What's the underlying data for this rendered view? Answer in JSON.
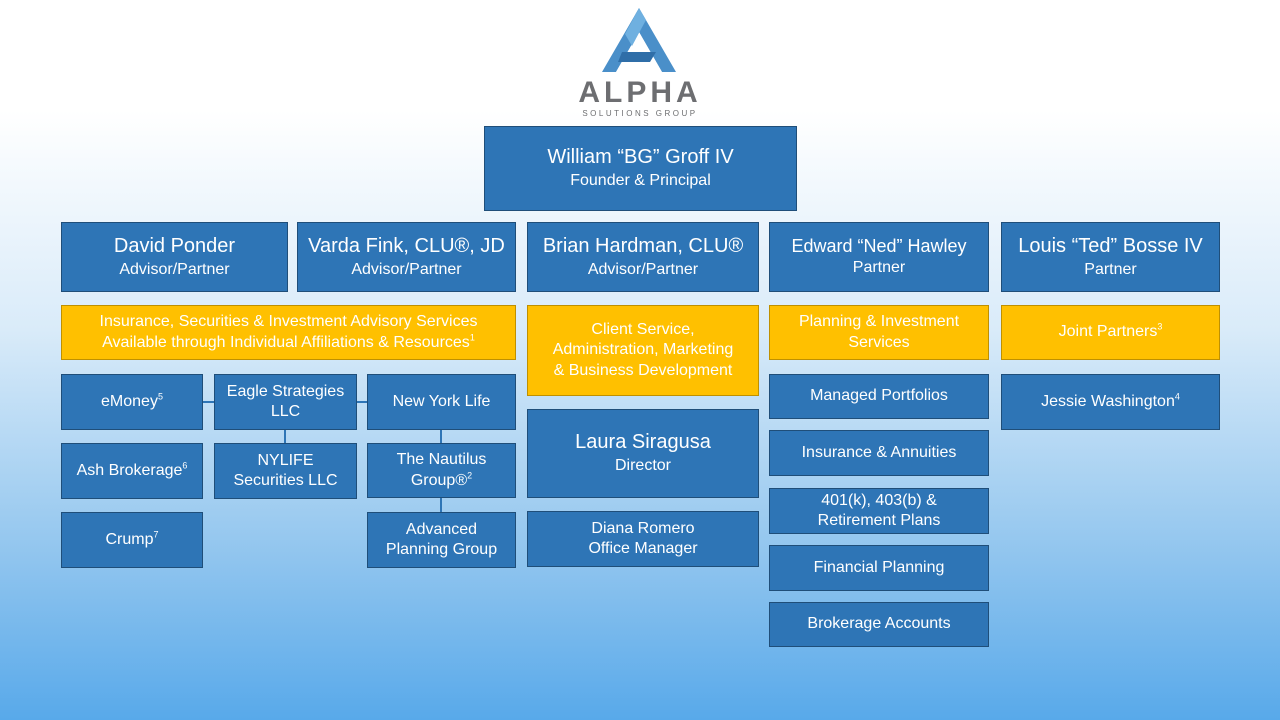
{
  "logo": {
    "word": "ALPHA",
    "tagline": "SOLUTIONS GROUP",
    "icon": "triangle-a-logo-icon",
    "colors": {
      "icon": "#4a8fc9",
      "word": "#6d6e71"
    }
  },
  "colors": {
    "box_blue": "#2e75b6",
    "box_gold": "#ffc000",
    "text": "#ffffff"
  },
  "founder": {
    "name": "William “BG” Groff IV",
    "title": "Founder & Principal"
  },
  "partners": [
    {
      "name": "David Ponder",
      "title": "Advisor/Partner"
    },
    {
      "name": "Varda Fink, CLU®, JD",
      "title": "Advisor/Partner"
    },
    {
      "name": "Brian Hardman, CLU®",
      "title": "Advisor/Partner"
    },
    {
      "name": "Edward “Ned” Hawley",
      "title": "Partner"
    },
    {
      "name": "Louis “Ted” Bosse IV",
      "title": "Partner"
    }
  ],
  "categories": {
    "affiliations": {
      "line1": "Insurance, Securities & Investment Advisory Services",
      "line2": "Available through Individual Affiliations & Resources",
      "sup": "1"
    },
    "client_service": {
      "line1": "Client Service,",
      "line2": "Administration, Marketing",
      "line3": "& Business Development"
    },
    "planning": {
      "line1": "Planning & Investment",
      "line2": "Services"
    },
    "joint": {
      "label": "Joint Partners",
      "sup": "3"
    }
  },
  "resources": {
    "emoney": {
      "label": "eMoney",
      "sup": "5"
    },
    "eagle": {
      "line1": "Eagle Strategies",
      "line2": "LLC"
    },
    "nyl": {
      "label": "New York Life"
    },
    "ash": {
      "label": "Ash Brokerage",
      "sup": "6"
    },
    "nylife_sec": {
      "line1": "NYLIFE",
      "line2": "Securities LLC"
    },
    "nautilus": {
      "line1": "The Nautilus",
      "line2": "Group®",
      "sup": "2"
    },
    "crump": {
      "label": "Crump",
      "sup": "7"
    },
    "advanced": {
      "line1": "Advanced",
      "line2": "Planning Group"
    }
  },
  "staff": {
    "director": {
      "name": "Laura Siragusa",
      "title": "Director"
    },
    "office": {
      "name": "Diana Romero",
      "title": "Office Manager"
    }
  },
  "services": [
    "Managed Portfolios",
    "Insurance & Annuities",
    "401(k), 403(b) &",
    "Retirement Plans",
    "Financial Planning",
    "Brokerage Accounts"
  ],
  "jessie": {
    "label": "Jessie Washington",
    "sup": "4"
  }
}
